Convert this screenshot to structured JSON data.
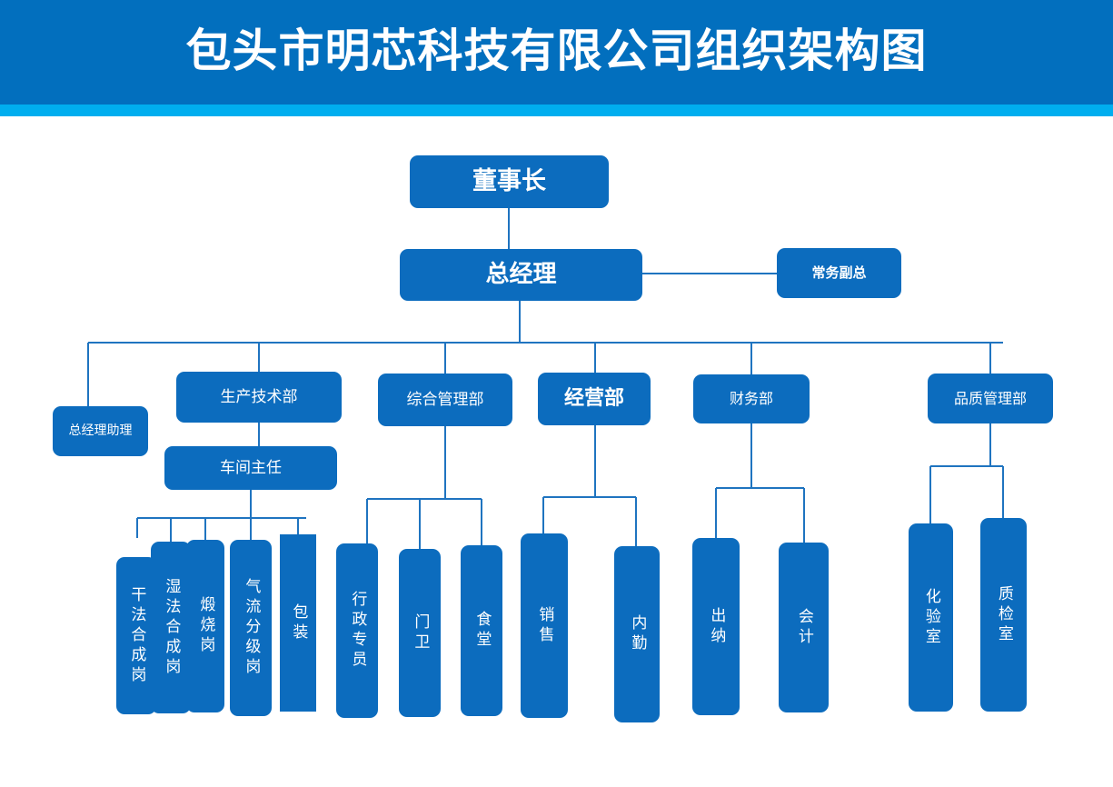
{
  "header": {
    "title": "包头市明芯科技有限公司组织架构图",
    "bar_color": "#026FBE",
    "accent_color": "#00AEEF",
    "title_color": "#FFFFFF"
  },
  "theme": {
    "node_fill": "#0C6CBE",
    "node_text": "#FFFFFF",
    "connector_color": "#1F74C0",
    "background": "#FFFFFF"
  },
  "org": {
    "chairman": {
      "label": "董事长"
    },
    "general_manager": {
      "label": "总经理"
    },
    "deputy_gm": {
      "label": "常务副总"
    },
    "gm_assistant": {
      "label": "总经理助理"
    },
    "departments": [
      {
        "label": "生产技术部"
      },
      {
        "label": "综合管理部"
      },
      {
        "label": "经营部"
      },
      {
        "label": "财务部"
      },
      {
        "label": "品质管理部"
      }
    ],
    "workshop_director": {
      "label": "车间主任"
    },
    "workshop_posts": [
      {
        "label": "干法合成岗"
      },
      {
        "label": "湿法合成岗"
      },
      {
        "label": "煅烧岗"
      },
      {
        "label": "气流分级岗"
      },
      {
        "label": "包装"
      }
    ],
    "admin_posts": [
      {
        "label": "行政专员"
      },
      {
        "label": "门卫"
      },
      {
        "label": "食堂"
      }
    ],
    "business_posts": [
      {
        "label": "销售"
      },
      {
        "label": "内勤"
      }
    ],
    "finance_posts": [
      {
        "label": "出纳"
      },
      {
        "label": "会计"
      }
    ],
    "quality_posts": [
      {
        "label": "化验室"
      },
      {
        "label": "质检室"
      }
    ]
  }
}
